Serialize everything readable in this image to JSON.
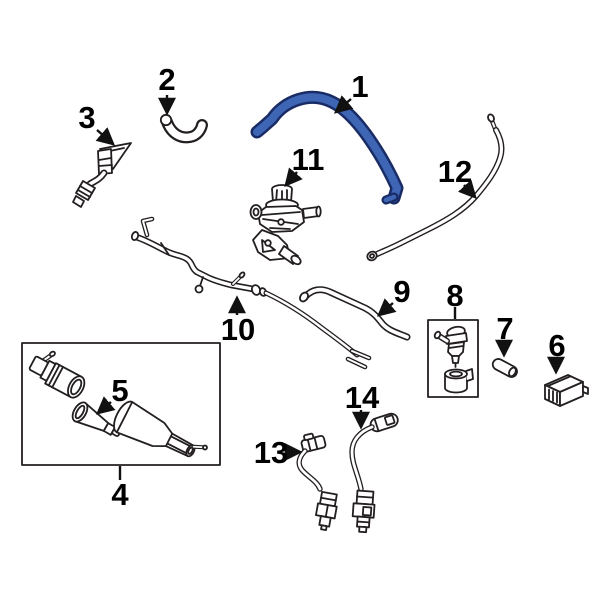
{
  "diagram": {
    "background": "#ffffff",
    "line_color": "#231f20",
    "highlight": {
      "fill": "#3e66b5",
      "outline": "#1a2c66"
    },
    "highlighted_callout": "1",
    "callouts": [
      {
        "label": "1"
      },
      {
        "label": "2"
      },
      {
        "label": "3"
      },
      {
        "label": "4"
      },
      {
        "label": "5"
      },
      {
        "label": "6"
      },
      {
        "label": "7"
      },
      {
        "label": "8"
      },
      {
        "label": "9"
      },
      {
        "label": "10"
      },
      {
        "label": "11"
      },
      {
        "label": "12"
      },
      {
        "label": "13"
      },
      {
        "label": "14"
      }
    ]
  }
}
